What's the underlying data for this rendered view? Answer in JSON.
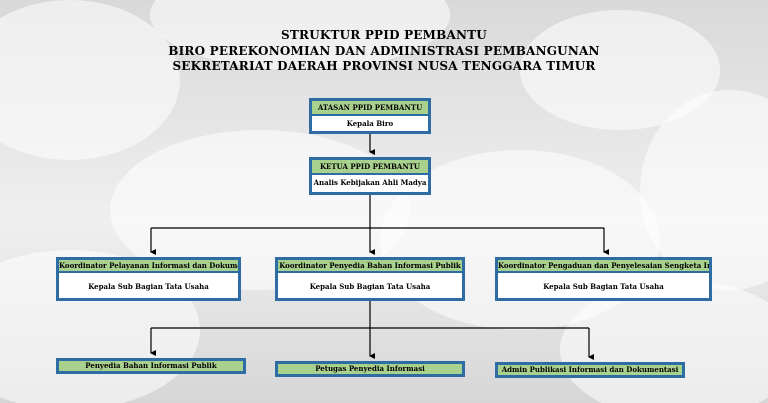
{
  "title": {
    "line1": "STRUKTUR PPID PEMBANTU",
    "line2": "BIRO PEREKONOMIAN DAN ADMINISTRASI PEMBANGUNAN",
    "line3": "SEKRETARIAT DAERAH PROVINSI NUSA TENGGARA TIMUR"
  },
  "atasan": {
    "header": "ATASAN PPID PEMBANTU",
    "body": "Kepala Biro"
  },
  "ketua": {
    "header": "KETUA PPID PEMBANTU",
    "body": "Analis Kebijakan Ahli Madya"
  },
  "koordinator": [
    {
      "header": "Koordinator Pelayanan Informasi dan Dokumentasi",
      "body": "Kepala Sub Bagian Tata Usaha"
    },
    {
      "header": "Koordinator Penyedia Bahan Informasi Publik",
      "body": "Kepala Sub Bagian Tata Usaha"
    },
    {
      "header": "Koordinator Pengaduan dan Penyelesaian Sengketa Informasi",
      "body": "Kepala Sub Bagian Tata Usaha"
    }
  ],
  "staff": [
    {
      "label": "Penyedia Bahan Informasi Publik"
    },
    {
      "label": "Petugas Penyedia Informasi"
    },
    {
      "label": "Admin Publikasi Informasi dan Dokumentasi"
    }
  ],
  "colors": {
    "header_fill": "#a9d18e",
    "border": "#2e6da4",
    "connector": "#000000"
  }
}
